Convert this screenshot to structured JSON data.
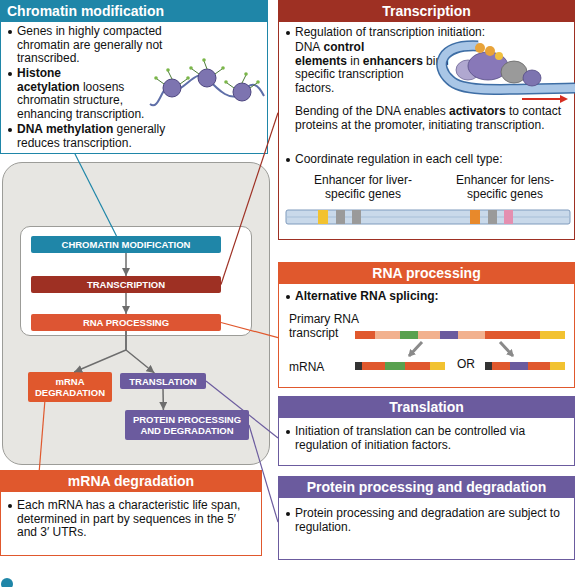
{
  "diagram": {
    "nodes": [
      {
        "text": [
          "Chromatin modification",
          "Genes in highly compacted chromatin are generally not transcribed.",
          "Histone acetylation",
          "loosens chromatin structure, enhancing transcription.",
          "DNA methylation",
          "generally reduces transcription."
        ]
      },
      {
        "text": [
          "Transcription",
          "Regulation of transcription initiation:",
          "DNA",
          "control elements",
          "in",
          "enhancers",
          "bind specific transcription factors.",
          "Bending of the DNA enables",
          "activators",
          "to contact proteins at the promoter, initiating transcription.",
          "Coordinate regulation in each cell type:",
          "Enhancer for liver-specific genes",
          "Enhancer for lens-specific genes"
        ]
      },
      {
        "text": []
      },
      {
        "text": [],
        "in": 2
      },
      {
        "text": [
          "CHROMATIN MODIFICATION"
        ],
        "in": 3
      },
      {
        "text": [
          "TRANSCRIPTION"
        ],
        "in": 3
      },
      {
        "text": [
          "RNA PROCESSING"
        ],
        "in": 3
      },
      {
        "text": [
          "mRNA DEGRADATION"
        ],
        "in": 2
      },
      {
        "text": [
          "TRANSLATION"
        ],
        "in": 2
      },
      {
        "text": [
          "PROTEIN PROCESSING AND DEGRADATION"
        ],
        "in": 2
      },
      {
        "text": [
          "RNA processing",
          "Alternative RNA splicing:",
          "Primary RNA transcript",
          "mRNA",
          "OR"
        ]
      },
      {
        "text": [
          "Translation",
          "Initiation of translation can be controlled via regulation of initiation factors."
        ]
      },
      {
        "text": [
          "Protein processing and degradation",
          "Protein processing and degradation are subject to regulation."
        ]
      },
      {
        "text": [
          "mRNA degradation",
          "Each mRNA has a characteristic life span, determined in part by sequences in the 5′ and 3′ UTRs."
        ]
      }
    ],
    "edges": [
      {
        "from": 4,
        "to": 5,
        "arrow": "to"
      },
      {
        "from": 5,
        "to": 6,
        "arrow": "to"
      },
      {
        "from": 6,
        "to": 7,
        "arrow": "to"
      },
      {
        "from": 6,
        "to": 8,
        "arrow": "to"
      },
      {
        "from": 8,
        "to": 9,
        "arrow": "to"
      },
      {
        "from": 4,
        "to": 0,
        "arrow": "none"
      },
      {
        "from": 5,
        "to": 1,
        "arrow": "none"
      },
      {
        "from": 6,
        "to": 10,
        "arrow": "none"
      },
      {
        "from": 8,
        "to": 11,
        "arrow": "none"
      },
      {
        "from": 9,
        "to": 12,
        "arrow": "none"
      },
      {
        "from": 7,
        "to": 13,
        "arrow": "none"
      }
    ]
  }
}
